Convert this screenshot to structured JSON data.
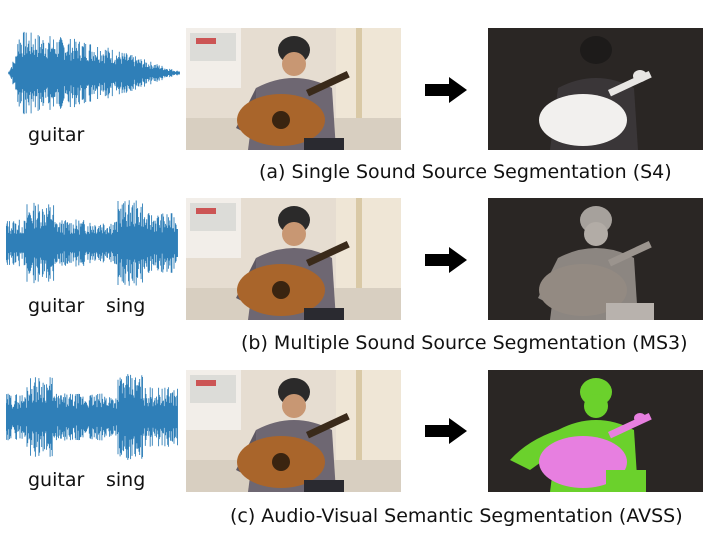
{
  "rows": [
    {
      "audio_labels": [
        "guitar"
      ],
      "caption": "(a) Single Sound Source Segmentation (S4)",
      "mask_type": "guitar-only"
    },
    {
      "audio_labels": [
        "guitar",
        "sing"
      ],
      "caption": "(b) Multiple Sound Source Segmentation (MS3)",
      "mask_type": "guitar-and-person"
    },
    {
      "audio_labels": [
        "guitar",
        "sing"
      ],
      "caption": "(c) Audio-Visual Semantic Segmentation (AVSS)",
      "mask_type": "semantic-color"
    }
  ],
  "colors": {
    "waveform": "#2f7fb8",
    "arrow": "#000000",
    "mask_dark": "#2a2624",
    "person_semantic": "#6bd12c",
    "guitar_semantic": "#e77fe0"
  },
  "icons": {
    "arrow": "right-arrow-icon",
    "waveform": "audio-waveform-icon"
  }
}
